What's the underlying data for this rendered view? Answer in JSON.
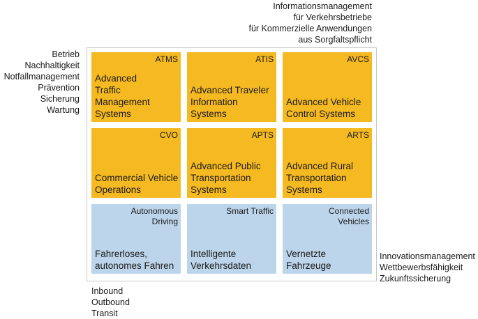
{
  "axes": {
    "top": [
      "Informationsmanagement",
      "für Verkehrsbetriebe",
      "für Kommerzielle Anwendungen",
      "aus Sorgfaltspflicht"
    ],
    "left": [
      "Betrieb",
      "Nachhaltigkeit",
      "Notfallmanagement",
      "Prävention",
      "Sicherung",
      "Wartung"
    ],
    "right": [
      "Innovationsmanagement",
      "Wettbewerbsfähigkeit",
      "Zukunftssicherung"
    ],
    "bottom": [
      "Inbound",
      "Outbound",
      "Transit"
    ]
  },
  "tiles": [
    {
      "abbr": [
        "ATMS"
      ],
      "name": [
        "Advanced",
        "Traffic",
        "Management",
        "Systems"
      ],
      "color": "#f5b922"
    },
    {
      "abbr": [
        "ATIS"
      ],
      "name": [
        "Advanced Traveler",
        "Information",
        "Systems"
      ],
      "color": "#f5b922"
    },
    {
      "abbr": [
        "AVCS"
      ],
      "name": [
        "Advanced Vehicle",
        "Control Systems"
      ],
      "color": "#f5b922"
    },
    {
      "abbr": [
        "CVO"
      ],
      "name": [
        "Commercial Vehicle",
        "Operations"
      ],
      "color": "#f5b922"
    },
    {
      "abbr": [
        "APTS"
      ],
      "name": [
        "Advanced Public",
        "Transportation",
        "Systems"
      ],
      "color": "#f5b922"
    },
    {
      "abbr": [
        "ARTS"
      ],
      "name": [
        "Advanced Rural",
        "Transportation",
        "Systems"
      ],
      "color": "#f5b922"
    },
    {
      "abbr": [
        "Autonomous",
        "Driving"
      ],
      "name": [
        "Fahrerloses,",
        "autonomes Fahren"
      ],
      "color": "#bdd5ea"
    },
    {
      "abbr": [
        "Smart Traffic"
      ],
      "name": [
        "Intelligente",
        "Verkehrsdaten"
      ],
      "color": "#bdd5ea"
    },
    {
      "abbr": [
        "Connected",
        "Vehicles"
      ],
      "name": [
        "Vernetzte",
        "Fahrzeuge"
      ],
      "color": "#bdd5ea"
    }
  ]
}
